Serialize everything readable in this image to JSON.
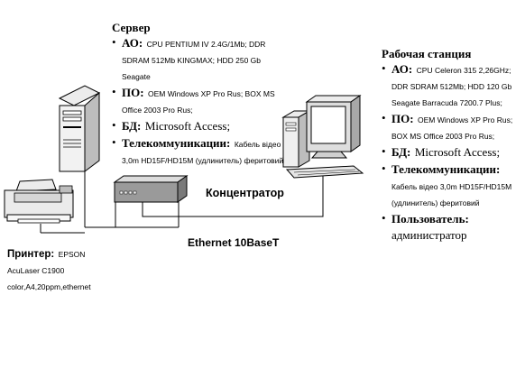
{
  "server": {
    "title": "Сервер",
    "items": [
      {
        "label": "АО:",
        "value": "CPU PENTIUM IV 2.4G/1Mb; DDR SDRAM 512Mb KINGMAX; HDD 250 Gb Seagate"
      },
      {
        "label": "ПО:",
        "value": "OEM Windows XP Pro Rus; BOX MS Office 2003 Pro Rus;"
      },
      {
        "label": "БД:",
        "value": "Microsoft Access;"
      },
      {
        "label": "Телекоммуникации:",
        "value": "Кабель відео 3,0m HD15F/HD15M (удлинитель) феритовий"
      }
    ]
  },
  "workstation": {
    "title": "Рабочая станция",
    "items": [
      {
        "label": "АО:",
        "value": "CPU Celeron 315 2,26GHz; DDR SDRAM 512Mb; HDD 120 Gb Seagate Barracuda 7200.7 Plus;"
      },
      {
        "label": "ПО:",
        "value": "OEM Windows XP Pro Rus; BOX MS Office 2003 Pro Rus;"
      },
      {
        "label": "БД:",
        "value": "Microsoft Access;"
      },
      {
        "label": "Телекоммуникации:",
        "value": "Кабель відео 3,0m HD15F/HD15M (удлинитель) феритовий"
      },
      {
        "label": "Пользователь:",
        "value": "администратор"
      }
    ]
  },
  "hub": {
    "label": "Концентратор"
  },
  "network": {
    "label": "Ethernet 10BaseT"
  },
  "printer": {
    "label": "Принтер:",
    "value": "EPSON AcuLaser C1900 color,A4,20ppm,ethernet"
  },
  "bullet": "•"
}
